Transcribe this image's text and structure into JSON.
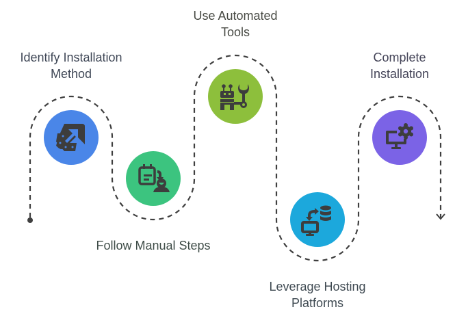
{
  "diagram": {
    "type": "serpentine-process-flow",
    "path": {
      "style": "dashed",
      "color": "#3f3f3f",
      "start_marker": "dot",
      "end_marker": "arrow-down"
    },
    "steps": [
      {
        "label": "Identify Installation\nMethod",
        "icon": "edit-arrow-icon",
        "color": "#4a86e8"
      },
      {
        "label": "Follow Manual Steps",
        "icon": "calendar-user-icon",
        "color": "#3cc47f"
      },
      {
        "label": "Use Automated\nTools",
        "icon": "robot-wrench-icon",
        "color": "#8dbf3c"
      },
      {
        "label": "Leverage Hosting\nPlatforms",
        "icon": "monitor-database-icon",
        "color": "#1ca8dc"
      },
      {
        "label": "Complete\nInstallation",
        "icon": "monitor-gear-icon",
        "color": "#7b63e6"
      }
    ],
    "icon_color": "#3d3d3d"
  }
}
